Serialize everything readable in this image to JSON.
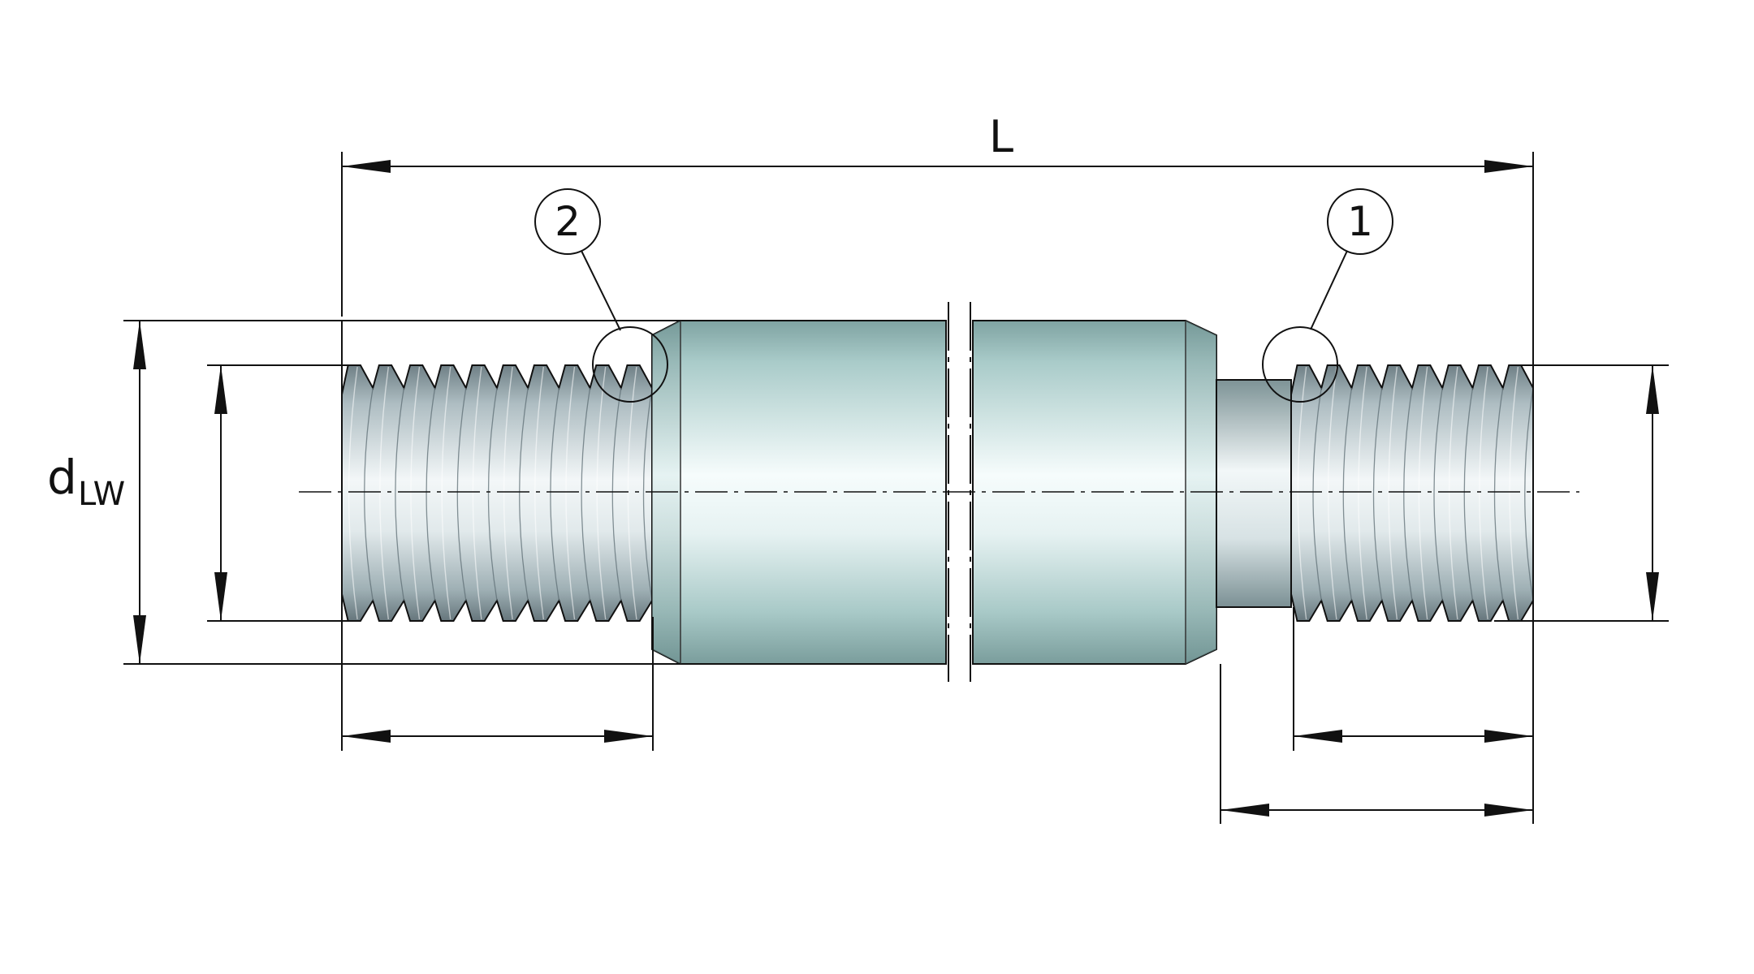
{
  "dimensions": {
    "overall_length": "L",
    "diameter_symbol": "d",
    "diameter_subscript": "LW"
  },
  "callouts": [
    {
      "number": "2"
    },
    {
      "number": "1"
    }
  ],
  "colors": {
    "line": "#111111",
    "body_teal_light": "#f4fbfb",
    "body_teal_mid": "#bcd9d7",
    "body_teal_dark": "#84a7a6",
    "thread_light": "#f3f7f8",
    "thread_mid": "#b7c6ca",
    "thread_dark": "#6f8086",
    "background": "#ffffff"
  }
}
